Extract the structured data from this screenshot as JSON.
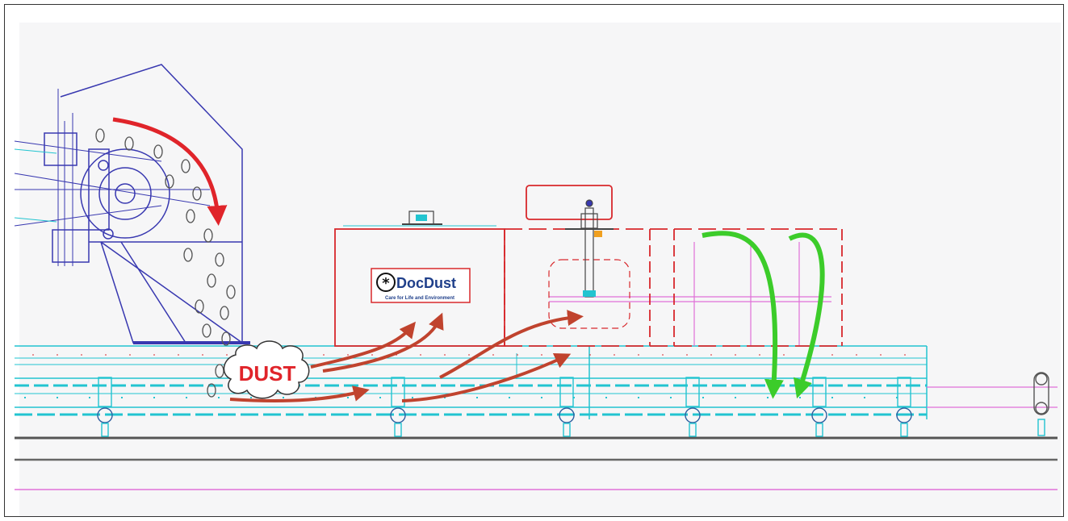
{
  "diagram": {
    "dust_label": "DUST",
    "logo": {
      "name": "DocDust",
      "tagline": "Care for Life and Environment"
    },
    "colors": {
      "structure_blue": "#3838b0",
      "conveyor_cyan": "#22c4d0",
      "enclosure_red": "#d8282c",
      "dust_arrow": "#c0432e",
      "clean_arrow": "#3ccc2a",
      "guide_magenta": "#e070d8",
      "rail_gray": "#6b6b6b"
    },
    "icons": {
      "logo_mark": "asterisk-circle-icon"
    }
  }
}
